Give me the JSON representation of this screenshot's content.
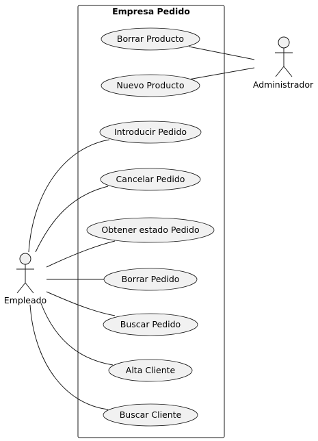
{
  "system": {
    "title": "Empresa Pedido"
  },
  "actors": {
    "administrador": "Administrador",
    "empleado": "Empleado"
  },
  "use_cases": [
    "Borrar Producto",
    "Nuevo Producto",
    "Introducir Pedido",
    "Cancelar Pedido",
    "Obtener estado Pedido",
    "Borrar Pedido",
    "Buscar Pedido",
    "Alta Cliente",
    "Buscar Cliente"
  ]
}
